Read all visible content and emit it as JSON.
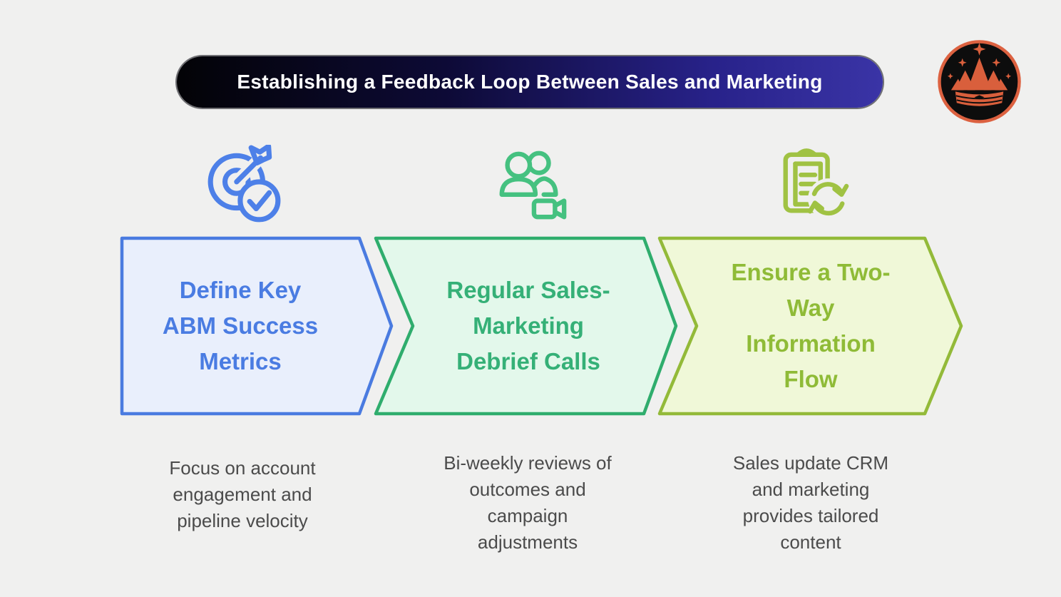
{
  "background_color": "#f0f0ef",
  "header": {
    "title": "Establishing a Feedback Loop Between Sales and Marketing",
    "text_color": "#ffffff",
    "gradient_left": "#030306",
    "gradient_right": "#3a34a6"
  },
  "logo": {
    "label": "crown-mountains-badge",
    "badge_color": "#0d0d0d",
    "accent_color": "#dc6140"
  },
  "steps": [
    {
      "icon": "target-arrow-check-icon",
      "icon_color": "#4d80e8",
      "border_color": "#4a7be0",
      "fill_color": "#e9effc",
      "text_color": "#4a7ce2",
      "title": "Define Key ABM Success Metrics",
      "title_lines": [
        "Define Key",
        "ABM Success",
        "Metrics"
      ],
      "description": "Focus on account engagement and pipeline velocity",
      "description_lines": [
        "Focus on account",
        "engagement and",
        "pipeline velocity"
      ]
    },
    {
      "icon": "people-video-call-icon",
      "icon_color": "#45c180",
      "border_color": "#2fad6d",
      "fill_color": "#e3f8eb",
      "text_color": "#35b077",
      "title": "Regular Sales-Marketing Debrief Calls",
      "title_lines": [
        "Regular Sales-",
        "Marketing",
        "Debrief Calls"
      ],
      "description": "Bi-weekly reviews of outcomes and campaign adjustments",
      "description_lines": [
        "Bi-weekly reviews of",
        "outcomes and",
        "campaign",
        "adjustments"
      ]
    },
    {
      "icon": "clipboard-sync-icon",
      "icon_color": "#a0c243",
      "border_color": "#93ba39",
      "fill_color": "#f0f8d8",
      "text_color": "#8fbb37",
      "title": "Ensure a Two-Way Information Flow",
      "title_lines": [
        "Ensure a Two-",
        "Way",
        "Information",
        "Flow"
      ],
      "description": "Sales update CRM and marketing provides tailored content",
      "description_lines": [
        "Sales update CRM",
        "and marketing",
        "provides tailored",
        "content"
      ]
    }
  ],
  "description_text_color": "#4b4b4b"
}
